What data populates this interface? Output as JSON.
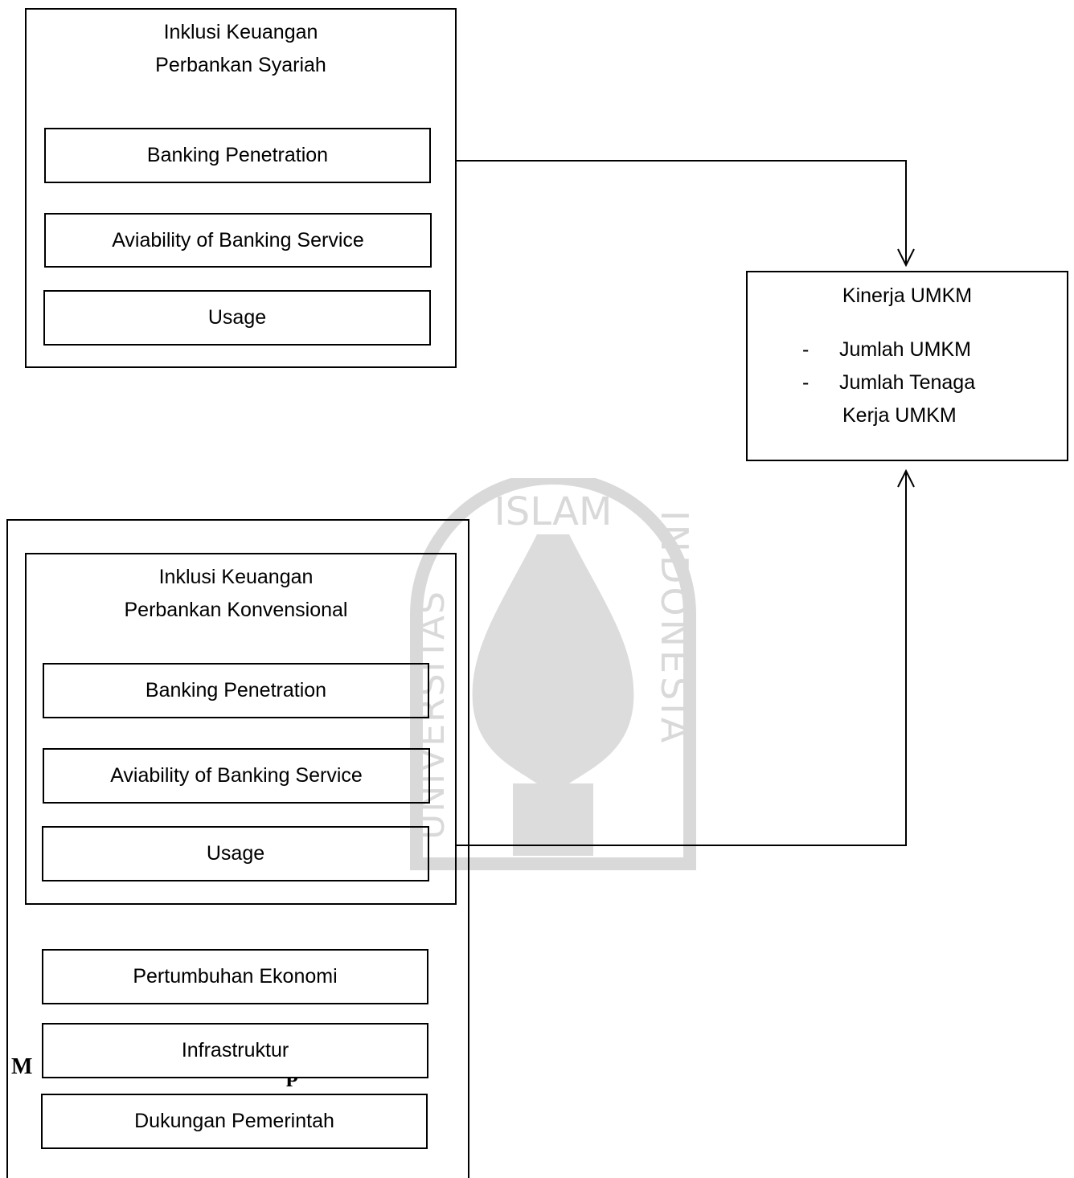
{
  "syariah": {
    "title_line1": "Inklusi Keuangan",
    "title_line2": "Perbankan Syariah",
    "items": [
      "Banking Penetration",
      "Aviability of Banking Service",
      "Usage"
    ]
  },
  "konvensional": {
    "title_line1": "Inklusi Keuangan",
    "title_line2": "Perbankan Konvensional",
    "items": [
      "Banking Penetration",
      "Aviability of Banking Service",
      "Usage"
    ]
  },
  "controls": {
    "items": [
      "Pertumbuhan Ekonomi",
      "Infrastruktur",
      "Dukungan Pemerintah"
    ]
  },
  "kinerja": {
    "title": "Kinerja UMKM",
    "bullets": [
      "Jumlah UMKM",
      "Jumlah Tenaga",
      "Kerja UMKM"
    ],
    "dash": "-"
  },
  "partial_heading_left": "M",
  "partial_heading_mid": "p",
  "watermark": {
    "top_text": "ISLAM",
    "right_text": "INDONESIA",
    "left_text": "UNIVERSITAS",
    "color": "#d9d9d9"
  }
}
